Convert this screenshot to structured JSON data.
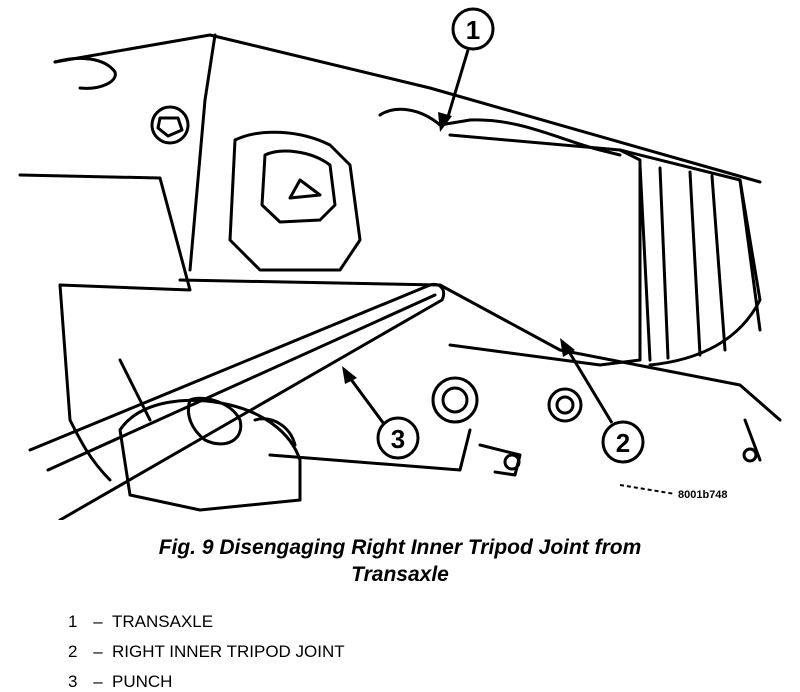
{
  "figure": {
    "caption_line1": "Fig. 9 Disengaging Right Inner Tripod Joint from",
    "caption_line2": "Transaxle",
    "reference_code": "8001b748",
    "callouts": [
      {
        "number": "1"
      },
      {
        "number": "2"
      },
      {
        "number": "3"
      }
    ]
  },
  "legend": [
    {
      "number": "1",
      "separator": "–",
      "label": "TRANSAXLE"
    },
    {
      "number": "2",
      "separator": "–",
      "label": "RIGHT INNER TRIPOD JOINT"
    },
    {
      "number": "3",
      "separator": "–",
      "label": "PUNCH"
    }
  ]
}
